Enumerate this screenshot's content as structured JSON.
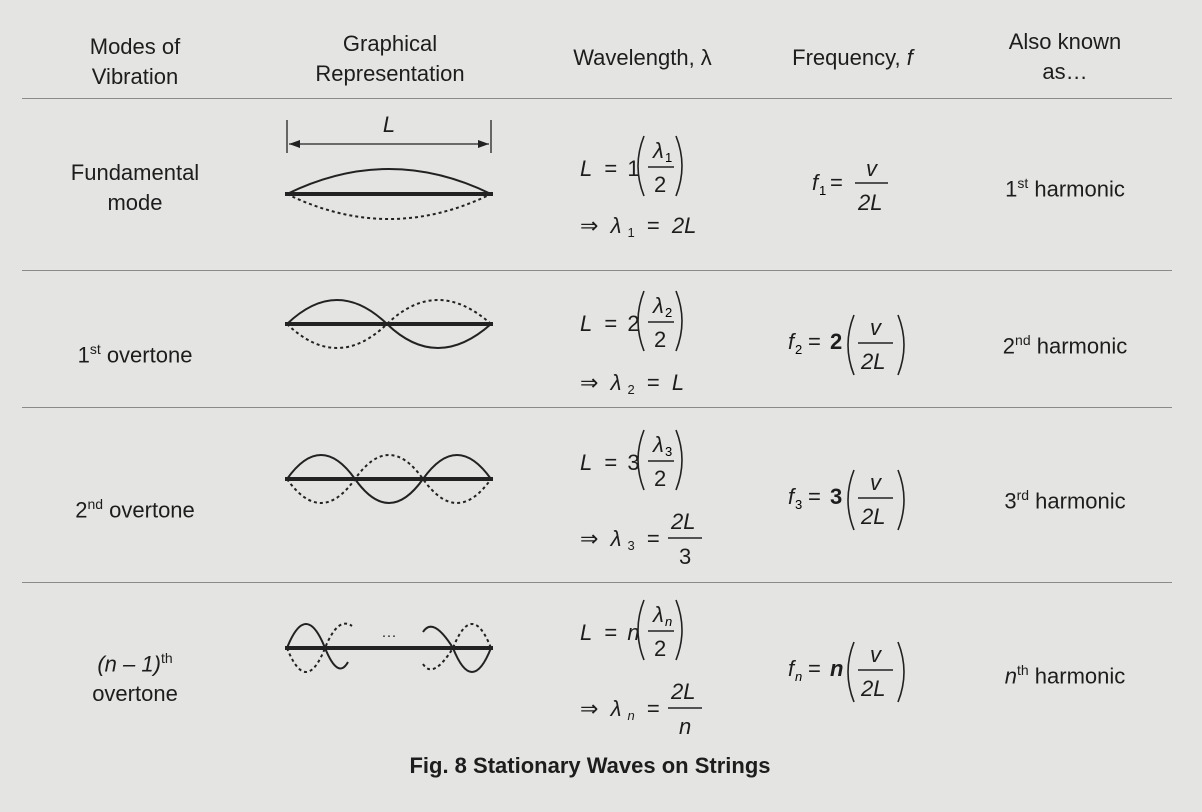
{
  "headers": {
    "modes": [
      "Modes of",
      "Vibration"
    ],
    "graphical": [
      "Graphical",
      "Representation"
    ],
    "wavelength": "Wavelength, λ",
    "frequency_label": "Frequency,",
    "frequency_symbol": "f",
    "aka": [
      "Also known",
      "as…"
    ]
  },
  "rows": [
    {
      "mode": [
        "Fundamental",
        "mode"
      ],
      "wave_length_label": "L",
      "L_coef": "1",
      "lam_sub": "1",
      "denom": "2",
      "result": "2L",
      "f_sub": "1",
      "f_coef": "",
      "aka_pre": "1",
      "aka_sup": "st",
      "aka_post": " harmonic"
    },
    {
      "mode_pre": "1",
      "mode_sup": "st",
      "mode_post": " overtone",
      "L_coef": "2",
      "lam_sub": "2",
      "denom": "2",
      "result": "L",
      "f_sub": "2",
      "f_coef": "2",
      "aka_pre": "2",
      "aka_sup": "nd",
      "aka_post": " harmonic"
    },
    {
      "mode_pre": "2",
      "mode_sup": "nd",
      "mode_post": " overtone",
      "L_coef": "3",
      "lam_sub": "3",
      "denom": "2",
      "result_num": "2L",
      "result_den": "3",
      "f_sub": "3",
      "f_coef": "3",
      "aka_pre": "3",
      "aka_sup": "rd",
      "aka_post": " harmonic"
    },
    {
      "mode_pre": "(n – 1)",
      "mode_sup": "th",
      "mode_post": "overtone",
      "dots": "···",
      "L_coef": "n",
      "lam_sub": "n",
      "denom": "2",
      "result_num": "2L",
      "result_den": "n",
      "f_sub": "n",
      "f_coef": "n",
      "aka_pre": "n",
      "aka_sup": "th",
      "aka_post": " harmonic"
    }
  ],
  "common": {
    "v": "v",
    "twoL": "2L",
    "implies": "⇒",
    "lambda": "λ",
    "L": "L",
    "f": "f"
  },
  "caption": "Fig. 8 Stationary Waves on Strings"
}
